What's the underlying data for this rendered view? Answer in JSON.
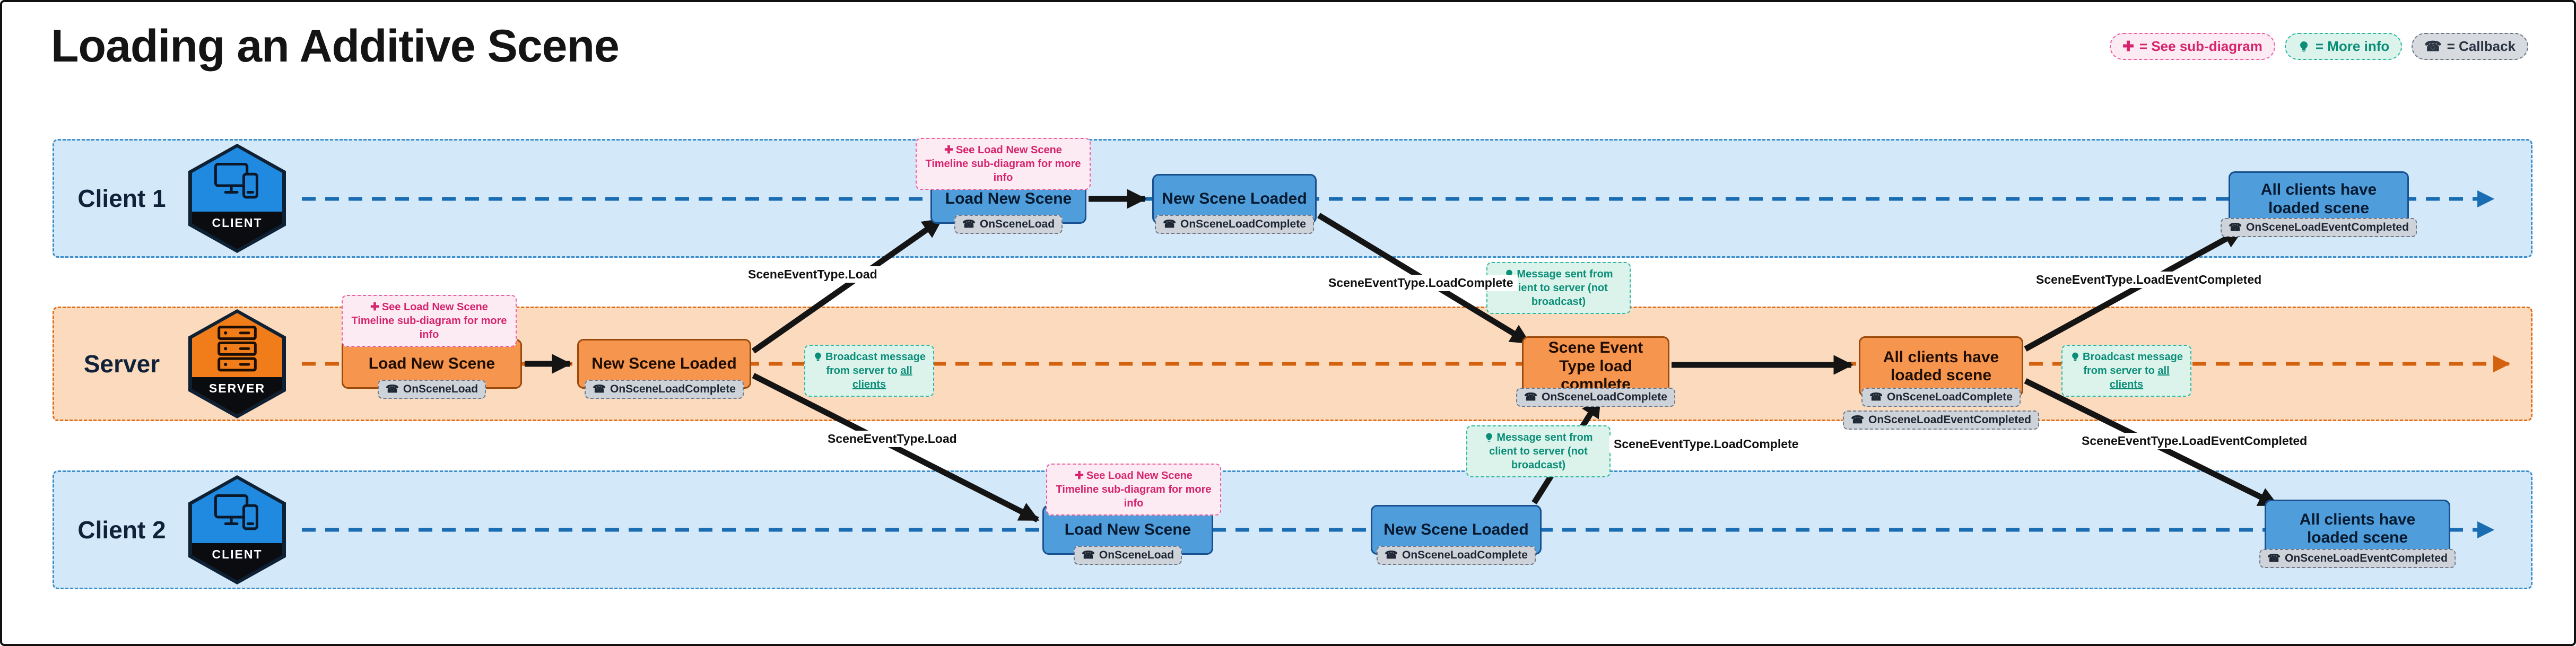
{
  "title": "Loading an Additive Scene",
  "legend": {
    "sub_diagram": "= See sub-diagram",
    "more_info": "= More info",
    "callback": "= Callback"
  },
  "icons": {
    "plus": "✚",
    "phone": "☎",
    "bulb": "lightbulb"
  },
  "lanes": {
    "client1": {
      "label": "Client 1",
      "badge": "CLIENT"
    },
    "server": {
      "label": "Server",
      "badge": "SERVER"
    },
    "client2": {
      "label": "Client 2",
      "badge": "CLIENT"
    }
  },
  "nodes": {
    "server_load": {
      "title": "Load New Scene",
      "callback": "OnSceneLoad"
    },
    "server_loaded": {
      "title": "New Scene Loaded",
      "callback": "OnSceneLoadComplete"
    },
    "server_complete": {
      "title": "Scene Event Type load complete",
      "callback": "OnSceneLoadComplete"
    },
    "server_all": {
      "title": "All clients have loaded scene",
      "callback1": "OnSceneLoadComplete",
      "callback2": "OnSceneLoadEventCompleted"
    },
    "client1_load": {
      "title": "Load New Scene",
      "callback": "OnSceneLoad"
    },
    "client1_loaded": {
      "title": "New Scene Loaded",
      "callback": "OnSceneLoadComplete"
    },
    "client1_all": {
      "title": "All clients have loaded scene",
      "callback": "OnSceneLoadEventCompleted"
    },
    "client2_load": {
      "title": "Load New Scene",
      "callback": "OnSceneLoad"
    },
    "client2_loaded": {
      "title": "New Scene Loaded",
      "callback": "OnSceneLoadComplete"
    },
    "client2_all": {
      "title": "All clients have loaded scene",
      "callback": "OnSceneLoadEventCompleted"
    }
  },
  "annotations": {
    "sub_diagram_note": "See Load New Scene Timeline sub-diagram for more info",
    "broadcast_pre": "Broadcast message from server to ",
    "broadcast_target": "all clients",
    "client_to_server_note": "Message sent from client to server (not broadcast)"
  },
  "edge_labels": {
    "load": "SceneEventType.Load",
    "load_complete": "SceneEventType.LoadComplete",
    "load_event_completed": "SceneEventType.LoadEventCompleted"
  },
  "colors": {
    "client_lane_bg": "#d3e8f8",
    "client_lane_border": "#3d8fcc",
    "server_lane_bg": "#fbdabd",
    "server_lane_border": "#e0701c",
    "client_node_bg": "#4f9ddb",
    "client_node_border": "#19508f",
    "server_node_bg": "#f6954d",
    "server_node_border": "#9c4a0c",
    "callback_chip_bg": "#ced3da",
    "sub_diagram_accent": "#d6246e",
    "more_info_accent": "#0b8e77",
    "arrow_color": "#141414",
    "client_timeline": "#1a6cb3",
    "server_timeline": "#d3610e",
    "client_badge_bg": "#1f8ae0",
    "server_badge_bg": "#f07c1a"
  }
}
